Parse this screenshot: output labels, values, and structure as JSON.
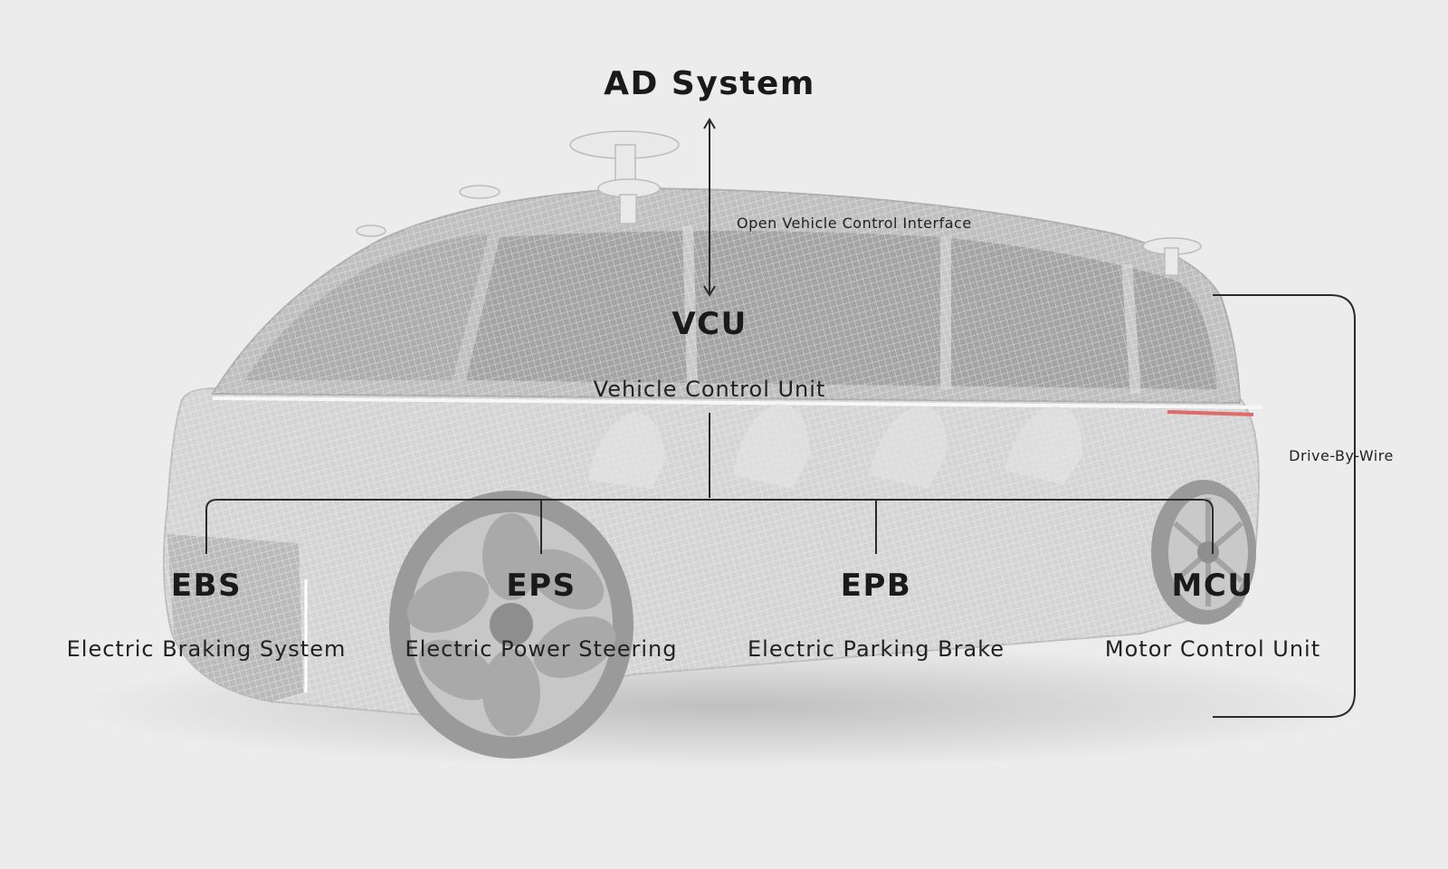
{
  "diagram": {
    "top_system": "AD System",
    "interface_label": "Open Vehicle Control Interface",
    "vcu": {
      "abbr": "VCU",
      "name": "Vehicle Control Unit"
    },
    "subsystems": [
      {
        "abbr": "EBS",
        "name": "Electric Braking System"
      },
      {
        "abbr": "EPS",
        "name": "Electric Power Steering"
      },
      {
        "abbr": "EPB",
        "name": "Electric Parking Brake"
      },
      {
        "abbr": "MCU",
        "name": "Motor Control Unit"
      }
    ],
    "bracket_label": "Drive-By-Wire"
  },
  "colors": {
    "background": "#ececec",
    "line": "#2a2a2a",
    "vehicle_body": "#d2d2d2",
    "vehicle_window": "#a8a8a8",
    "tail_light": "#e06a6a"
  },
  "illustration": "translucent-wireframe-van"
}
